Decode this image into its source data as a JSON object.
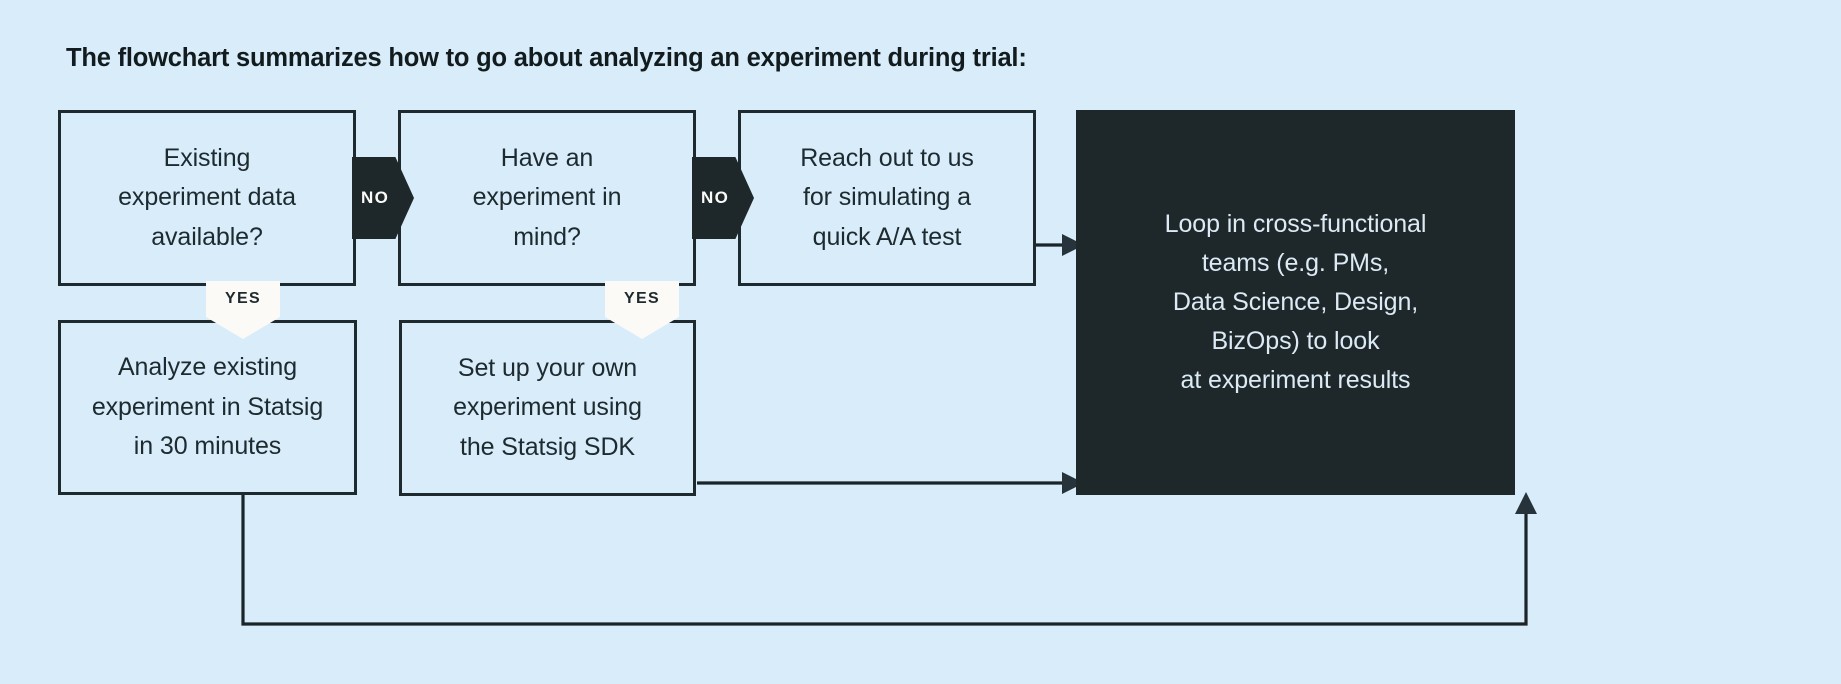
{
  "page": {
    "background_color": "#d9ecf9",
    "title": "The flowchart summarizes how to go about analyzing an experiment during trial:"
  },
  "colors": {
    "background": "#d9ecf9",
    "box_fill": "#d9ecf9",
    "box_border": "#1e2a2e",
    "dark_box_fill": "#1e282b",
    "dark_box_text": "#dceaf5",
    "badge_no_fill": "#1e282b",
    "badge_no_text": "#fbfaf7",
    "badge_yes_fill": "#fbfaf7",
    "badge_yes_text": "#1e2a2e",
    "connector": "#1b2528"
  },
  "flowchart": {
    "nodes": [
      {
        "id": "existing-data",
        "kind": "decision",
        "text": "Existing\nexperiment data\navailable?"
      },
      {
        "id": "have-experiment",
        "kind": "decision",
        "text": "Have an\nexperiment in\nmind?"
      },
      {
        "id": "reach-out",
        "kind": "process",
        "text": "Reach out to us\nfor simulating a\nquick A/A test"
      },
      {
        "id": "loop-in-teams",
        "kind": "terminal-dark",
        "text": "Loop in cross-functional\nteams (e.g. PMs,\nData Science, Design,\nBizOps) to look\nat experiment results"
      },
      {
        "id": "analyze",
        "kind": "process",
        "text": "Analyze existing\nexperiment in Statsig\nin 30 minutes"
      },
      {
        "id": "setup",
        "kind": "process",
        "text": "Set up your own\nexperiment using\nthe Statsig SDK"
      }
    ],
    "badges": [
      {
        "id": "no-1",
        "label": "NO",
        "direction": "right",
        "from": "existing-data",
        "to": "have-experiment"
      },
      {
        "id": "no-2",
        "label": "NO",
        "direction": "right",
        "from": "have-experiment",
        "to": "reach-out"
      },
      {
        "id": "yes-1",
        "label": "YES",
        "direction": "down",
        "from": "existing-data",
        "to": "analyze"
      },
      {
        "id": "yes-2",
        "label": "YES",
        "direction": "down",
        "from": "have-experiment",
        "to": "setup"
      }
    ],
    "connectors": [
      {
        "id": "reach-out-to-loop",
        "from": "reach-out",
        "to": "loop-in-teams",
        "style": "straight-right-arrow"
      },
      {
        "id": "setup-to-loop",
        "from": "setup",
        "to": "loop-in-teams",
        "style": "straight-right-arrow"
      },
      {
        "id": "analyze-to-loop",
        "from": "analyze",
        "to": "loop-in-teams",
        "style": "elbow-down-right-up-arrow"
      }
    ]
  }
}
